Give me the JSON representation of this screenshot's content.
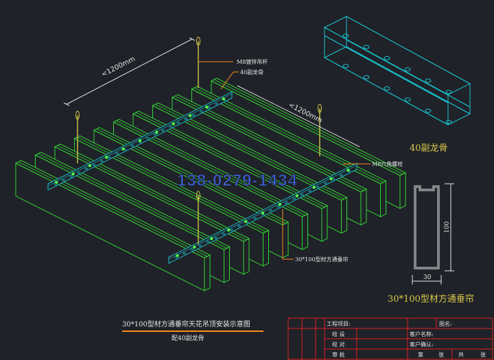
{
  "drawing": {
    "dim_left": "<1200mm",
    "dim_right": "<1200mm",
    "label_rod": "M8镀锌吊杆",
    "label_keel": "40副龙骨",
    "label_bolt": "M6六角螺栓",
    "label_tube": "30*100型材方通垂帘",
    "watermark": "138-0279-1434",
    "detail_keel_title": "40副龙骨",
    "section_height": "100",
    "section_width": "30",
    "section_title": "30*100型材方通垂帘",
    "main_title": "30*100型材方通垂帘天花吊顶安装示意图",
    "sub_title": "配40副龙骨"
  },
  "title_block": {
    "project_label": "工程项目:",
    "drawing_name_label": "图名:",
    "drawn_label": "绘 设",
    "client_name_label": "客户名称:",
    "check_label": "校 对",
    "client_confirm_label": "客户确认:",
    "approve_label": "审 批",
    "sheet_no": "第",
    "sheet_unit1": "张",
    "sheet_total": "共",
    "sheet_unit2": "张"
  },
  "colors": {
    "background": "#1f2228",
    "green": "#33d633",
    "cyan": "#19c3d0",
    "yellow": "#d8c84a",
    "orange": "#ff8c1a",
    "white": "#e6e6e6",
    "red": "#e02020"
  }
}
